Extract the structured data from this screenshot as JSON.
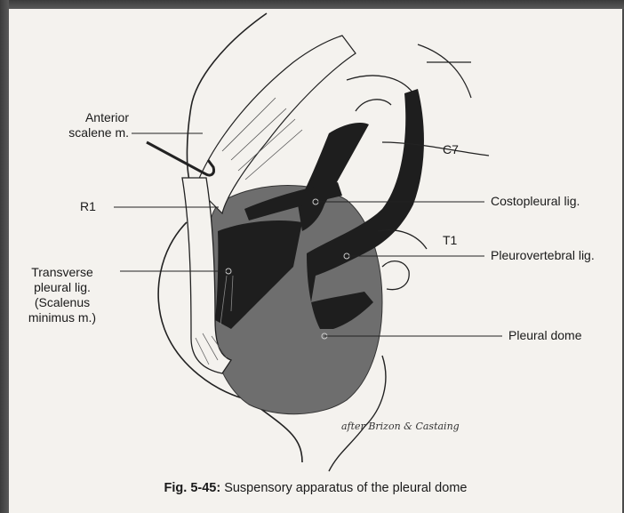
{
  "labels": {
    "anterior_scalene": "Anterior\nscalene m.",
    "r1": "R1",
    "transverse_pleural": "Transverse\npleural lig.\n(Scalenus\nminimus m.)",
    "c7": "C7",
    "t1": "T1",
    "costopleural": "Costopleural lig.",
    "pleurovertebral": "Pleurovertebral lig.",
    "pleural_dome": "Pleural dome"
  },
  "credit": "after Brizon & Castaing",
  "caption": {
    "number": "Fig. 5-45:",
    "text": " Suspensory apparatus of the pleural dome"
  },
  "colors": {
    "dome": "#6e6e6e",
    "ligament": "#1e1e1e",
    "background": "#f4f2ee",
    "frame": "#4a4a4a"
  }
}
